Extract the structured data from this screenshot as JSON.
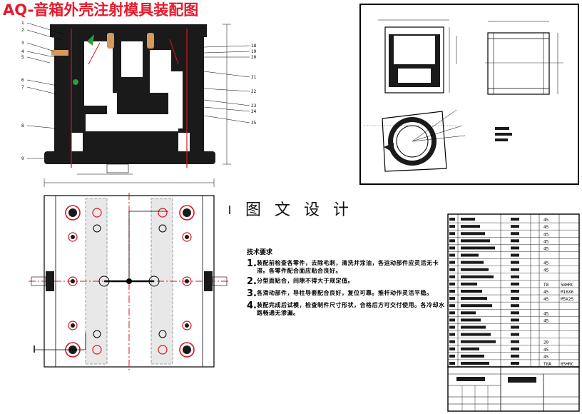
{
  "title": "AQ-音箱外壳注射模具装配图",
  "watermark": "图 文 设 计",
  "notes": {
    "heading": "技术要求",
    "items": [
      {
        "num": "1.",
        "text": "装配前检查各零件，去除毛刺，清洗并涂油，各运动部件应灵活无卡滞。各零件配合面应贴合良好。"
      },
      {
        "num": "2.",
        "text": "分型面贴合，间隙不得大于规定值。"
      },
      {
        "num": "3.",
        "text": "各滑动部件，导柱导套配合良好，复位可靠。推杆动作灵活平稳。"
      },
      {
        "num": "4.",
        "text": "装配完成后试模，检查制件尺寸形状，合格后方可交付使用。各冷却水路畅通无渗漏。"
      }
    ]
  },
  "part_callouts_left": [
    "1",
    "2",
    "3",
    "4",
    "5",
    "6",
    "7",
    "8",
    "9"
  ],
  "part_callouts_right": [
    "18",
    "19",
    "20",
    "21",
    "22",
    "23",
    "24",
    "25"
  ],
  "bom": {
    "materials": [
      "45",
      "45",
      "45",
      "45",
      "45",
      "",
      "45",
      "45",
      "",
      "T8",
      "45",
      "45",
      "",
      "45",
      "45",
      "",
      "",
      "20",
      "45",
      "45",
      "T8A"
    ],
    "notes": [
      "",
      "",
      "",
      "",
      "",
      "",
      "",
      "",
      "",
      "58HRC",
      "M16X6",
      "M5X25",
      "",
      "",
      "",
      "",
      "",
      "",
      "",
      "",
      "65HRC"
    ]
  },
  "colors": {
    "title": "#e8192c",
    "line": "#000000",
    "center_line": "#d9141f",
    "part_fill": "#1a1a1a",
    "accent": "#d39a5a"
  }
}
